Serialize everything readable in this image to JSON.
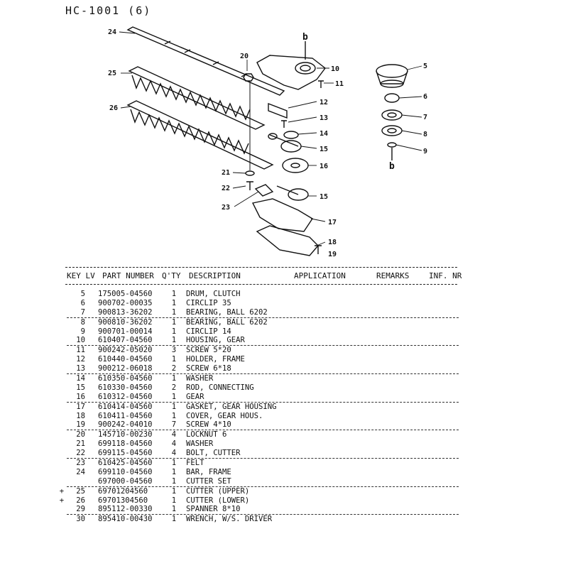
{
  "page": {
    "title": "HC-1001 (6)"
  },
  "diagram": {
    "callouts": [
      "24",
      "25",
      "26",
      "20",
      "10",
      "11",
      "12",
      "13",
      "14",
      "15",
      "16",
      "21",
      "22",
      "15",
      "23",
      "17",
      "18",
      "19",
      "5",
      "6",
      "7",
      "8",
      "9"
    ],
    "ref_labels": [
      "b",
      "b"
    ]
  },
  "table": {
    "headers": {
      "key": "KEY LV",
      "part": "PART NUMBER",
      "qty": "Q'TY",
      "desc": "DESCRIPTION",
      "app": "APPLICATION",
      "remarks": "REMARKS",
      "inf": "INF. NR"
    },
    "rows": [
      {
        "key": "5",
        "mark": "",
        "part": "175005-04560",
        "qty": "1",
        "desc": "DRUM, CLUTCH"
      },
      {
        "key": "6",
        "mark": "",
        "part": "900702-00035",
        "qty": "1",
        "desc": "CIRCLIP 35"
      },
      {
        "key": "7",
        "mark": "",
        "part": "900813-36202",
        "qty": "1",
        "desc": "BEARING, BALL 6202"
      },
      {
        "key": "8",
        "mark": "",
        "part": "900810-36202",
        "qty": "1",
        "desc": "BEARING, BALL 6202"
      },
      {
        "key": "9",
        "mark": "",
        "part": "900701-00014",
        "qty": "1",
        "desc": "CIRCLIP 14"
      },
      {
        "key": "10",
        "mark": "",
        "part": "610407-04560",
        "qty": "1",
        "desc": "HOUSING, GEAR"
      },
      {
        "key": "11",
        "mark": "",
        "part": "900242-05020",
        "qty": "3",
        "desc": "SCREW 5*20"
      },
      {
        "key": "12",
        "mark": "",
        "part": "610440-04560",
        "qty": "1",
        "desc": "HOLDER, FRAME"
      },
      {
        "key": "13",
        "mark": "",
        "part": "900212-06018",
        "qty": "2",
        "desc": "SCREW 6*18"
      },
      {
        "key": "14",
        "mark": "",
        "part": "610350-04560",
        "qty": "1",
        "desc": "WASHER"
      },
      {
        "key": "15",
        "mark": "",
        "part": "610330-04560",
        "qty": "2",
        "desc": "ROD, CONNECTING"
      },
      {
        "key": "16",
        "mark": "",
        "part": "610312-04560",
        "qty": "1",
        "desc": "GEAR"
      },
      {
        "key": "17",
        "mark": "",
        "part": "610414-04560",
        "qty": "1",
        "desc": "GASKET, GEAR HOUSING"
      },
      {
        "key": "18",
        "mark": "",
        "part": "610411-04560",
        "qty": "1",
        "desc": "COVER, GEAR HOUS."
      },
      {
        "key": "19",
        "mark": "",
        "part": "900242-04010",
        "qty": "7",
        "desc": "SCREW 4*10"
      },
      {
        "key": "20",
        "mark": "",
        "part": "145710-00230",
        "qty": "4",
        "desc": "LOCKNUT 6"
      },
      {
        "key": "21",
        "mark": "",
        "part": "699118-04560",
        "qty": "4",
        "desc": "WASHER"
      },
      {
        "key": "22",
        "mark": "",
        "part": "699115-04560",
        "qty": "4",
        "desc": "BOLT, CUTTER"
      },
      {
        "key": "23",
        "mark": "",
        "part": "610425-04560",
        "qty": "1",
        "desc": "FELT"
      },
      {
        "key": "24",
        "mark": "",
        "part": "699110-04560",
        "qty": "1",
        "desc": "BAR, FRAME"
      },
      {
        "key": "",
        "mark": "",
        "part": "697000-04560",
        "qty": "1",
        "desc": "CUTTER SET"
      },
      {
        "key": "25",
        "mark": "+",
        "part": "69701204560",
        "qty": "1",
        "desc": "CUTTER (UPPER)"
      },
      {
        "key": "26",
        "mark": "+",
        "part": "69701304560",
        "qty": "1",
        "desc": "CUTTER (LOWER)"
      },
      {
        "key": "29",
        "mark": "",
        "part": "895112-00330",
        "qty": "1",
        "desc": "SPANNER 8*10"
      },
      {
        "key": "30",
        "mark": "",
        "part": "895410-00430",
        "qty": "1",
        "desc": "WRENCH, W/S. DRIVER"
      }
    ]
  }
}
